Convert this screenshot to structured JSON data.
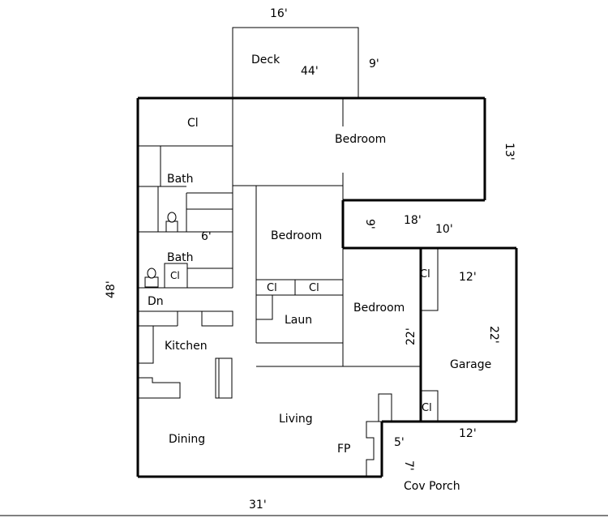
{
  "rooms": {
    "deck": "Deck",
    "closet_top": "Cl",
    "bedroom_main": "Bedroom",
    "bath_upper": "Bath",
    "bedroom_middle": "Bedroom",
    "bath_lower": "Bath",
    "closet_bath": "Cl",
    "closet_hall_1": "Cl",
    "closet_hall_2": "Cl",
    "down": "Dn",
    "laundry": "Laun",
    "bedroom_right": "Bedroom",
    "closet_garage_top": "Cl",
    "kitchen": "Kitchen",
    "garage": "Garage",
    "closet_garage_bottom": "Cl",
    "living": "Living",
    "dining": "Dining",
    "fireplace": "FP",
    "cov_porch": "Cov Porch"
  },
  "dimensions": {
    "deck_width": "16'",
    "deck_area": "44'",
    "deck_depth": "9'",
    "bedroom_depth": "13'",
    "house_depth": "48'",
    "notch_depth": "9'",
    "notch_width": "18'",
    "notch_width_2": "10'",
    "bath_width": "6'",
    "garage_width": "12'",
    "garage_depth": "22'",
    "bedroom_right_depth": "22'",
    "garage_width_bottom": "12'",
    "porch_width": "5'",
    "porch_depth": "7'",
    "house_width": "31'"
  }
}
